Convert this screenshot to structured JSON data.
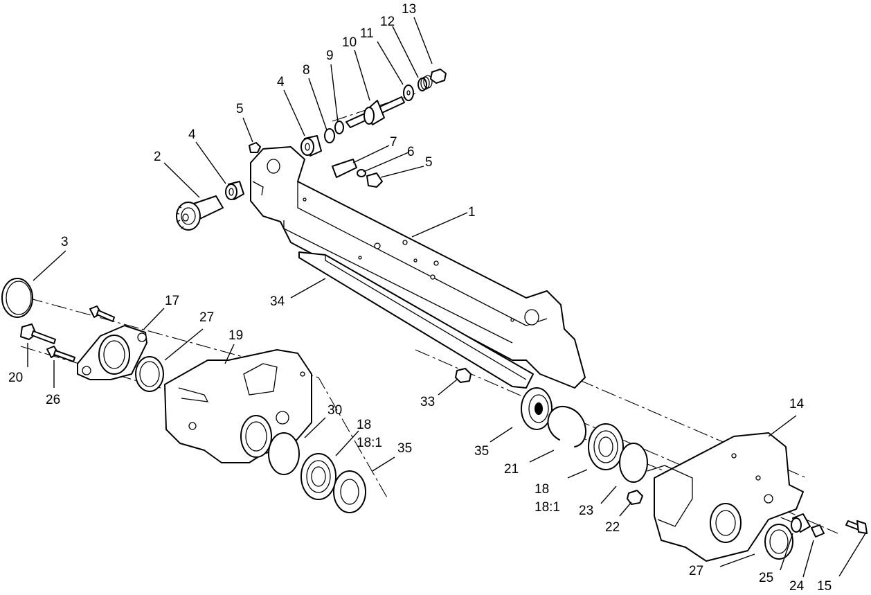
{
  "callouts": [
    {
      "id": "c1",
      "label": "1"
    },
    {
      "id": "c2",
      "label": "2"
    },
    {
      "id": "c3",
      "label": "3"
    },
    {
      "id": "c4a",
      "label": "4"
    },
    {
      "id": "c4b",
      "label": "4"
    },
    {
      "id": "c5a",
      "label": "5"
    },
    {
      "id": "c5b",
      "label": "5"
    },
    {
      "id": "c6",
      "label": "6"
    },
    {
      "id": "c7",
      "label": "7"
    },
    {
      "id": "c8",
      "label": "8"
    },
    {
      "id": "c9",
      "label": "9"
    },
    {
      "id": "c10",
      "label": "10"
    },
    {
      "id": "c11",
      "label": "11"
    },
    {
      "id": "c12",
      "label": "12"
    },
    {
      "id": "c13",
      "label": "13"
    },
    {
      "id": "c14",
      "label": "14"
    },
    {
      "id": "c15",
      "label": "15"
    },
    {
      "id": "c17",
      "label": "17"
    },
    {
      "id": "c18a",
      "label": "18"
    },
    {
      "id": "c18a2",
      "label": "18:1"
    },
    {
      "id": "c18b",
      "label": "18"
    },
    {
      "id": "c18b2",
      "label": "18:1"
    },
    {
      "id": "c19",
      "label": "19"
    },
    {
      "id": "c20",
      "label": "20"
    },
    {
      "id": "c21",
      "label": "21"
    },
    {
      "id": "c22",
      "label": "22"
    },
    {
      "id": "c23",
      "label": "23"
    },
    {
      "id": "c24",
      "label": "24"
    },
    {
      "id": "c25",
      "label": "25"
    },
    {
      "id": "c26",
      "label": "26"
    },
    {
      "id": "c27a",
      "label": "27"
    },
    {
      "id": "c27b",
      "label": "27"
    },
    {
      "id": "c30",
      "label": "30"
    },
    {
      "id": "c33",
      "label": "33"
    },
    {
      "id": "c34",
      "label": "34"
    },
    {
      "id": "c35a",
      "label": "35"
    },
    {
      "id": "c35b",
      "label": "35"
    }
  ]
}
